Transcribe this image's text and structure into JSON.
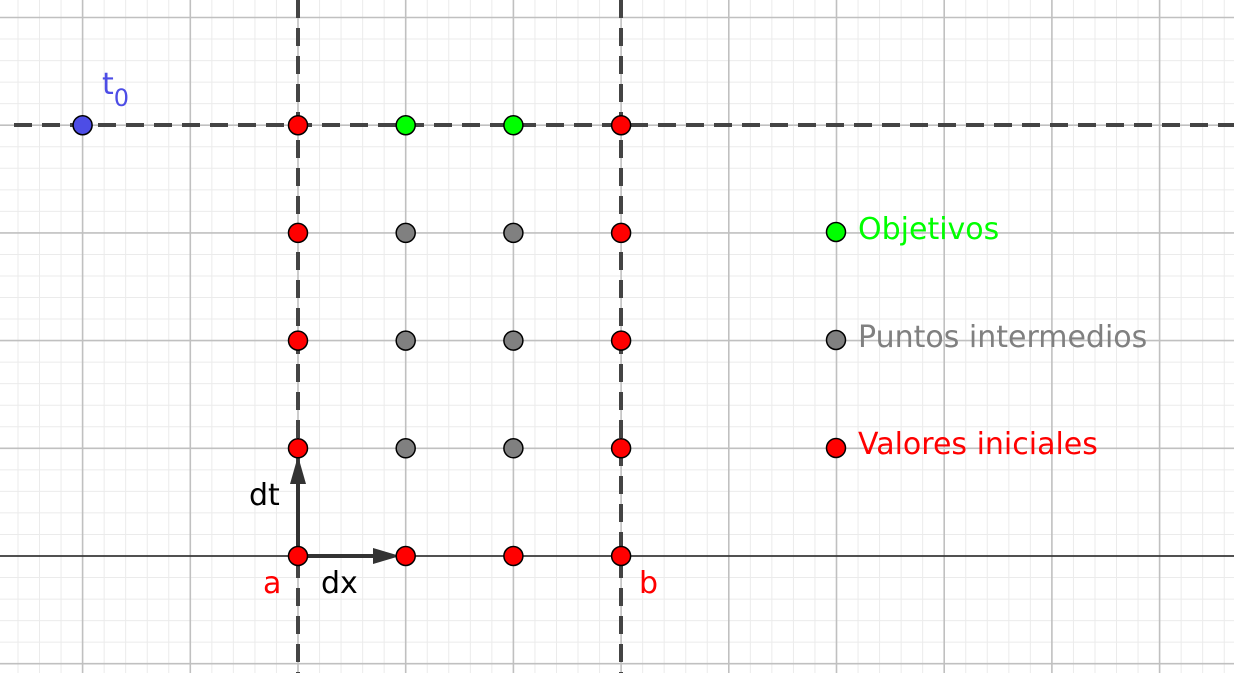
{
  "labels": {
    "t0_base": "t",
    "t0_sub": "0",
    "a": "a",
    "b": "b",
    "dx": "dx",
    "dt": "dt"
  },
  "legend": [
    {
      "key": "objetivos",
      "label": "Objetivos",
      "color": "#00ff00"
    },
    {
      "key": "intermedios",
      "label": "Puntos intermedios",
      "color": "#808080"
    },
    {
      "key": "iniciales",
      "label": "Valores iniciales",
      "color": "#ff0000"
    }
  ],
  "colors": {
    "initial": "#ff0000",
    "objective": "#00ff00",
    "intermediate": "#808080",
    "t0_point": "#4d4de6",
    "t0_label": "#4d4de6",
    "axis": "#222222",
    "dashed": "#444444",
    "arrow": "#333333"
  },
  "points": [
    {
      "name": "t0-point",
      "x": -2,
      "y": 4,
      "kind": "t0"
    },
    {
      "name": "initial-point",
      "x": 0,
      "y": 0,
      "kind": "initial"
    },
    {
      "name": "initial-point",
      "x": 1,
      "y": 0,
      "kind": "initial"
    },
    {
      "name": "initial-point",
      "x": 2,
      "y": 0,
      "kind": "initial"
    },
    {
      "name": "initial-point",
      "x": 3,
      "y": 0,
      "kind": "initial"
    },
    {
      "name": "initial-point",
      "x": 0,
      "y": 1,
      "kind": "initial"
    },
    {
      "name": "initial-point",
      "x": 0,
      "y": 2,
      "kind": "initial"
    },
    {
      "name": "initial-point",
      "x": 0,
      "y": 3,
      "kind": "initial"
    },
    {
      "name": "initial-point",
      "x": 0,
      "y": 4,
      "kind": "initial"
    },
    {
      "name": "initial-point",
      "x": 3,
      "y": 1,
      "kind": "initial"
    },
    {
      "name": "initial-point",
      "x": 3,
      "y": 2,
      "kind": "initial"
    },
    {
      "name": "initial-point",
      "x": 3,
      "y": 3,
      "kind": "initial"
    },
    {
      "name": "initial-point",
      "x": 3,
      "y": 4,
      "kind": "initial"
    },
    {
      "name": "objective-point",
      "x": 1,
      "y": 4,
      "kind": "objective"
    },
    {
      "name": "objective-point",
      "x": 2,
      "y": 4,
      "kind": "objective"
    },
    {
      "name": "intermediate-point",
      "x": 1,
      "y": 1,
      "kind": "intermediate"
    },
    {
      "name": "intermediate-point",
      "x": 2,
      "y": 1,
      "kind": "intermediate"
    },
    {
      "name": "intermediate-point",
      "x": 1,
      "y": 2,
      "kind": "intermediate"
    },
    {
      "name": "intermediate-point",
      "x": 2,
      "y": 2,
      "kind": "intermediate"
    },
    {
      "name": "intermediate-point",
      "x": 1,
      "y": 3,
      "kind": "intermediate"
    },
    {
      "name": "intermediate-point",
      "x": 2,
      "y": 3,
      "kind": "intermediate"
    }
  ]
}
